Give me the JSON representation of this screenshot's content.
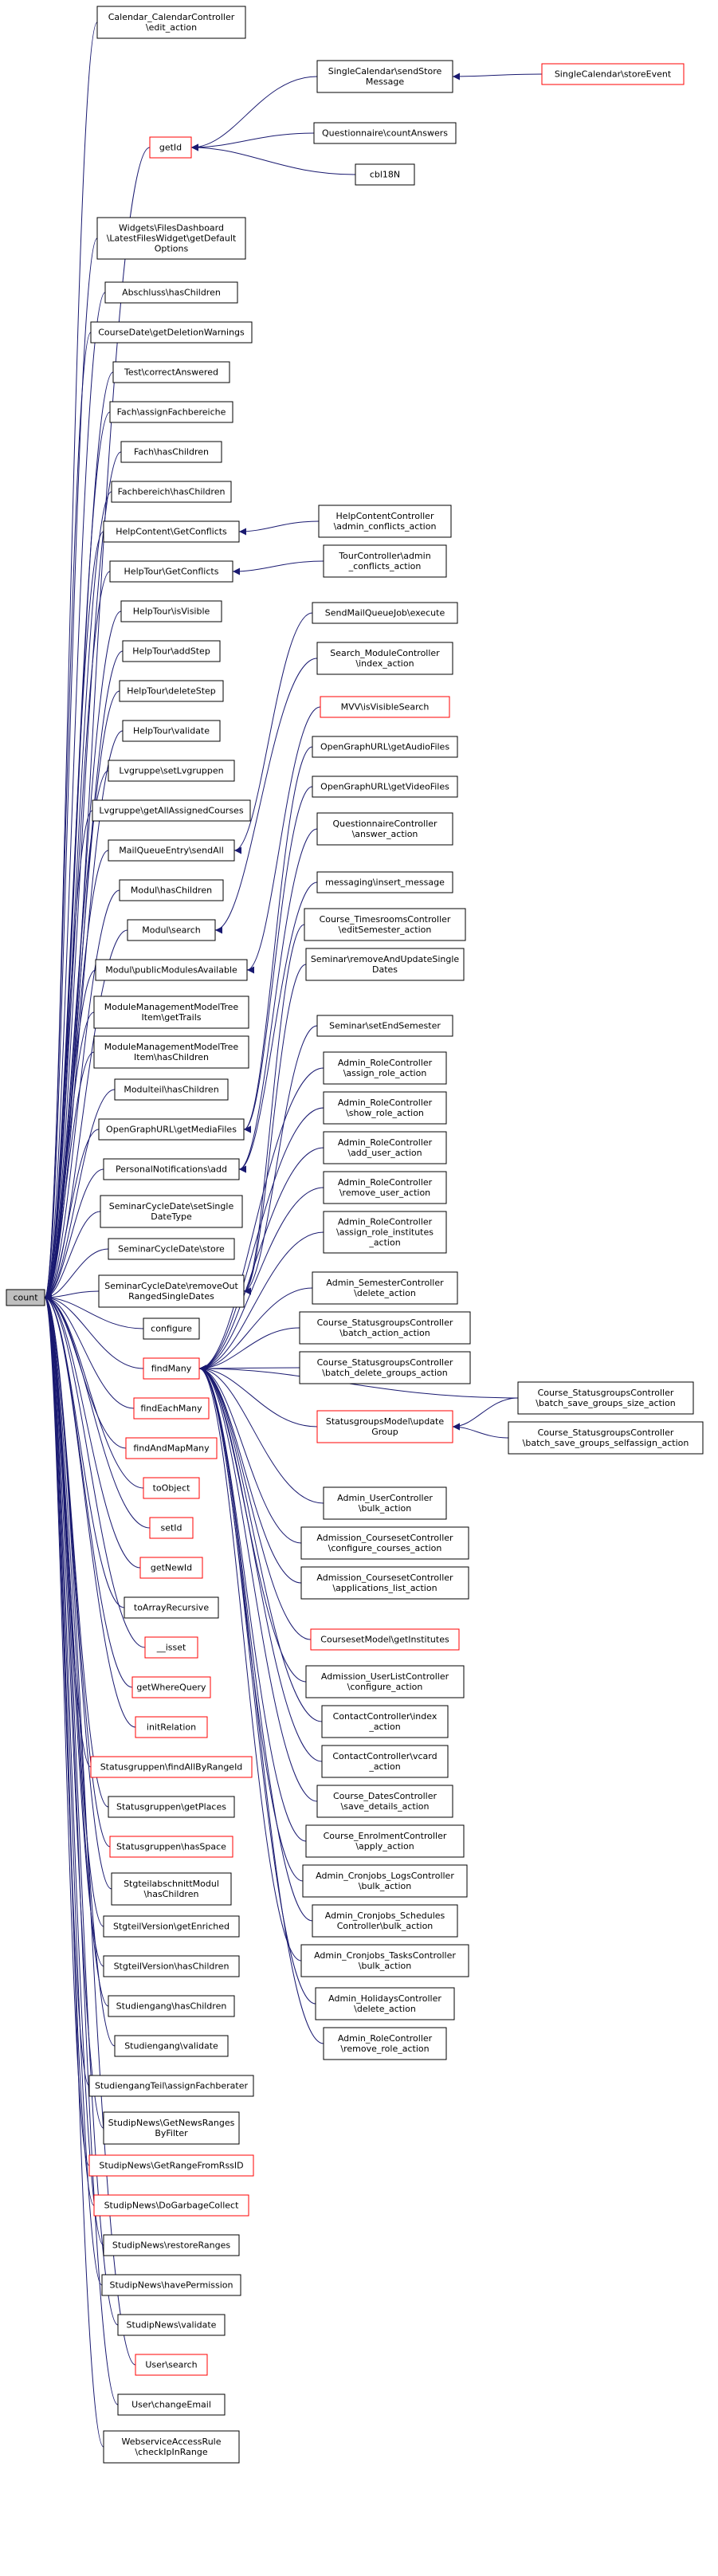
{
  "graph": {
    "root": "count",
    "colors": {
      "edge": "#191970",
      "box_border": "#000000",
      "highlight_border": "#ff0000",
      "root_fill": "#bfbfbf"
    },
    "nodes": [
      {
        "id": "n0",
        "lines": [
          "count"
        ],
        "root": true
      },
      {
        "id": "n1",
        "lines": [
          "Calendar_CalendarController",
          "\\edit_action"
        ]
      },
      {
        "id": "n2",
        "lines": [
          "getId"
        ],
        "red": true
      },
      {
        "id": "n3",
        "lines": [
          "Widgets\\FilesDashboard",
          "\\LatestFilesWidget\\getDefault",
          "Options"
        ]
      },
      {
        "id": "n4",
        "lines": [
          "Abschluss\\hasChildren"
        ]
      },
      {
        "id": "n5",
        "lines": [
          "CourseDate\\getDeletionWarnings"
        ]
      },
      {
        "id": "n6",
        "lines": [
          "Test\\correctAnswered"
        ]
      },
      {
        "id": "n7",
        "lines": [
          "Fach\\assignFachbereiche"
        ]
      },
      {
        "id": "n8",
        "lines": [
          "Fach\\hasChildren"
        ]
      },
      {
        "id": "n9",
        "lines": [
          "Fachbereich\\hasChildren"
        ]
      },
      {
        "id": "n10",
        "lines": [
          "HelpContent\\GetConflicts"
        ]
      },
      {
        "id": "n11",
        "lines": [
          "HelpTour\\GetConflicts"
        ]
      },
      {
        "id": "n12",
        "lines": [
          "HelpTour\\isVisible"
        ]
      },
      {
        "id": "n13",
        "lines": [
          "HelpTour\\addStep"
        ]
      },
      {
        "id": "n14",
        "lines": [
          "HelpTour\\deleteStep"
        ]
      },
      {
        "id": "n15",
        "lines": [
          "HelpTour\\validate"
        ]
      },
      {
        "id": "n16",
        "lines": [
          "Lvgruppe\\setLvgruppen"
        ]
      },
      {
        "id": "n17",
        "lines": [
          "Lvgruppe\\getAllAssignedCourses"
        ]
      },
      {
        "id": "n18",
        "lines": [
          "MailQueueEntry\\sendAll"
        ]
      },
      {
        "id": "n19",
        "lines": [
          "Modul\\hasChildren"
        ]
      },
      {
        "id": "n20",
        "lines": [
          "Modul\\search"
        ]
      },
      {
        "id": "n21",
        "lines": [
          "Modul\\publicModulesAvailable"
        ]
      },
      {
        "id": "n22",
        "lines": [
          "ModuleManagementModelTree",
          "Item\\getTrails"
        ]
      },
      {
        "id": "n23",
        "lines": [
          "ModuleManagementModelTree",
          "Item\\hasChildren"
        ]
      },
      {
        "id": "n24",
        "lines": [
          "Modulteil\\hasChildren"
        ]
      },
      {
        "id": "n25",
        "lines": [
          "OpenGraphURL\\getMediaFiles"
        ]
      },
      {
        "id": "n26",
        "lines": [
          "PersonalNotifications\\add"
        ]
      },
      {
        "id": "n27",
        "lines": [
          "SeminarCycleDate\\setSingle",
          "DateType"
        ]
      },
      {
        "id": "n28",
        "lines": [
          "SeminarCycleDate\\store"
        ]
      },
      {
        "id": "n29",
        "lines": [
          "SeminarCycleDate\\removeOut",
          "RangedSingleDates"
        ]
      },
      {
        "id": "n30",
        "lines": [
          "configure"
        ]
      },
      {
        "id": "n31",
        "lines": [
          "findMany"
        ],
        "red": true
      },
      {
        "id": "n32",
        "lines": [
          "findEachMany"
        ],
        "red": true
      },
      {
        "id": "n33",
        "lines": [
          "findAndMapMany"
        ],
        "red": true
      },
      {
        "id": "n34",
        "lines": [
          "toObject"
        ],
        "red": true
      },
      {
        "id": "n35",
        "lines": [
          "setId"
        ],
        "red": true
      },
      {
        "id": "n36",
        "lines": [
          "getNewId"
        ],
        "red": true
      },
      {
        "id": "n37",
        "lines": [
          "toArrayRecursive"
        ]
      },
      {
        "id": "n38",
        "lines": [
          "__isset"
        ],
        "red": true
      },
      {
        "id": "n39",
        "lines": [
          "getWhereQuery"
        ],
        "red": true
      },
      {
        "id": "n40",
        "lines": [
          "initRelation"
        ],
        "red": true
      },
      {
        "id": "n41",
        "lines": [
          "Statusgruppen\\findAllByRangeId"
        ],
        "red": true
      },
      {
        "id": "n42",
        "lines": [
          "Statusgruppen\\getPlaces"
        ]
      },
      {
        "id": "n43",
        "lines": [
          "Statusgruppen\\hasSpace"
        ],
        "red": true
      },
      {
        "id": "n44",
        "lines": [
          "StgteilabschnittModul",
          "\\hasChildren"
        ]
      },
      {
        "id": "n45",
        "lines": [
          "StgteilVersion\\getEnriched"
        ]
      },
      {
        "id": "n46",
        "lines": [
          "StgteilVersion\\hasChildren"
        ]
      },
      {
        "id": "n47",
        "lines": [
          "Studiengang\\hasChildren"
        ]
      },
      {
        "id": "n48",
        "lines": [
          "Studiengang\\validate"
        ]
      },
      {
        "id": "n49",
        "lines": [
          "StudiengangTeil\\assignFachberater"
        ]
      },
      {
        "id": "n50",
        "lines": [
          "StudipNews\\GetNewsRanges",
          "ByFilter"
        ]
      },
      {
        "id": "n51",
        "lines": [
          "StudipNews\\GetRangeFromRssID"
        ],
        "red": true
      },
      {
        "id": "n52",
        "lines": [
          "StudipNews\\DoGarbageCollect"
        ],
        "red": true
      },
      {
        "id": "n53",
        "lines": [
          "StudipNews\\restoreRanges"
        ]
      },
      {
        "id": "n54",
        "lines": [
          "StudipNews\\havePermission"
        ]
      },
      {
        "id": "n55",
        "lines": [
          "StudipNews\\validate"
        ]
      },
      {
        "id": "n56",
        "lines": [
          "User\\search"
        ],
        "red": true
      },
      {
        "id": "n57",
        "lines": [
          "User\\changeEmail"
        ]
      },
      {
        "id": "n58",
        "lines": [
          "WebserviceAccessRule",
          "\\checkIpInRange"
        ]
      },
      {
        "id": "n59",
        "lines": [
          "SingleCalendar\\sendStore",
          "Message"
        ]
      },
      {
        "id": "n60",
        "lines": [
          "Questionnaire\\countAnswers"
        ]
      },
      {
        "id": "n61",
        "lines": [
          "cbl18N"
        ]
      },
      {
        "id": "n62",
        "lines": [
          "SingleCalendar\\storeEvent"
        ],
        "red": true
      },
      {
        "id": "n63",
        "lines": [
          "HelpContentController",
          "\\admin_conflicts_action"
        ]
      },
      {
        "id": "n64",
        "lines": [
          "TourController\\admin",
          "_conflicts_action"
        ]
      },
      {
        "id": "n65",
        "lines": [
          "SendMailQueueJob\\execute"
        ]
      },
      {
        "id": "n66",
        "lines": [
          "Search_ModuleController",
          "\\index_action"
        ]
      },
      {
        "id": "n67",
        "lines": [
          "MVV\\isVisibleSearch"
        ],
        "red": true
      },
      {
        "id": "n68",
        "lines": [
          "OpenGraphURL\\getAudioFiles"
        ]
      },
      {
        "id": "n69",
        "lines": [
          "OpenGraphURL\\getVideoFiles"
        ]
      },
      {
        "id": "n70",
        "lines": [
          "QuestionnaireController",
          "\\answer_action"
        ]
      },
      {
        "id": "n71",
        "lines": [
          "messaging\\insert_message"
        ]
      },
      {
        "id": "n72",
        "lines": [
          "Course_TimesroomsController",
          "\\editSemester_action"
        ]
      },
      {
        "id": "n73",
        "lines": [
          "Seminar\\removeAndUpdateSingle",
          "Dates"
        ]
      },
      {
        "id": "n74",
        "lines": [
          "Seminar\\setEndSemester"
        ]
      },
      {
        "id": "n75",
        "lines": [
          "Admin_RoleController",
          "\\assign_role_action"
        ]
      },
      {
        "id": "n76",
        "lines": [
          "Admin_RoleController",
          "\\show_role_action"
        ]
      },
      {
        "id": "n77",
        "lines": [
          "Admin_RoleController",
          "\\add_user_action"
        ]
      },
      {
        "id": "n78",
        "lines": [
          "Admin_RoleController",
          "\\remove_user_action"
        ]
      },
      {
        "id": "n79",
        "lines": [
          "Admin_RoleController",
          "\\assign_role_institutes",
          "_action"
        ]
      },
      {
        "id": "n80",
        "lines": [
          "Admin_SemesterController",
          "\\delete_action"
        ]
      },
      {
        "id": "n81",
        "lines": [
          "Course_StatusgroupsController",
          "\\batch_action_action"
        ]
      },
      {
        "id": "n82",
        "lines": [
          "Course_StatusgroupsController",
          "\\batch_delete_groups_action"
        ]
      },
      {
        "id": "n83",
        "lines": [
          "StatusgroupsModel\\update",
          "Group"
        ],
        "red": true
      },
      {
        "id": "n84",
        "lines": [
          "Admin_UserController",
          "\\bulk_action"
        ]
      },
      {
        "id": "n85",
        "lines": [
          "Admission_CoursesetController",
          "\\configure_courses_action"
        ]
      },
      {
        "id": "n86",
        "lines": [
          "Admission_CoursesetController",
          "\\applications_list_action"
        ]
      },
      {
        "id": "n87",
        "lines": [
          "CoursesetModel\\getInstitutes"
        ],
        "red": true
      },
      {
        "id": "n88",
        "lines": [
          "Admission_UserListController",
          "\\configure_action"
        ]
      },
      {
        "id": "n89",
        "lines": [
          "ContactController\\index",
          "_action"
        ]
      },
      {
        "id": "n90",
        "lines": [
          "ContactController\\vcard",
          "_action"
        ]
      },
      {
        "id": "n91",
        "lines": [
          "Course_DatesController",
          "\\save_details_action"
        ]
      },
      {
        "id": "n92",
        "lines": [
          "Course_EnrolmentController",
          "\\apply_action"
        ]
      },
      {
        "id": "n93",
        "lines": [
          "Admin_Cronjobs_LogsController",
          "\\bulk_action"
        ]
      },
      {
        "id": "n94",
        "lines": [
          "Admin_Cronjobs_Schedules",
          "Controller\\bulk_action"
        ]
      },
      {
        "id": "n95",
        "lines": [
          "Admin_Cronjobs_TasksController",
          "\\bulk_action"
        ]
      },
      {
        "id": "n96",
        "lines": [
          "Admin_HolidaysController",
          "\\delete_action"
        ]
      },
      {
        "id": "n97",
        "lines": [
          "Admin_RoleController",
          "\\remove_role_action"
        ]
      },
      {
        "id": "n98",
        "lines": [
          "Course_StatusgroupsController",
          "\\batch_save_groups_size_action"
        ]
      },
      {
        "id": "n99",
        "lines": [
          "Course_StatusgroupsController",
          "\\batch_save_groups_selfassign_action"
        ]
      }
    ],
    "edges": [
      [
        "n1",
        "n0"
      ],
      [
        "n2",
        "n0"
      ],
      [
        "n3",
        "n0"
      ],
      [
        "n4",
        "n0"
      ],
      [
        "n5",
        "n0"
      ],
      [
        "n6",
        "n0"
      ],
      [
        "n7",
        "n0"
      ],
      [
        "n8",
        "n0"
      ],
      [
        "n9",
        "n0"
      ],
      [
        "n10",
        "n0"
      ],
      [
        "n11",
        "n0"
      ],
      [
        "n12",
        "n0"
      ],
      [
        "n13",
        "n0"
      ],
      [
        "n14",
        "n0"
      ],
      [
        "n15",
        "n0"
      ],
      [
        "n16",
        "n0"
      ],
      [
        "n17",
        "n0"
      ],
      [
        "n18",
        "n0"
      ],
      [
        "n19",
        "n0"
      ],
      [
        "n20",
        "n0"
      ],
      [
        "n21",
        "n0"
      ],
      [
        "n22",
        "n0"
      ],
      [
        "n23",
        "n0"
      ],
      [
        "n24",
        "n0"
      ],
      [
        "n25",
        "n0"
      ],
      [
        "n26",
        "n0"
      ],
      [
        "n27",
        "n0"
      ],
      [
        "n28",
        "n0"
      ],
      [
        "n29",
        "n0"
      ],
      [
        "n30",
        "n0"
      ],
      [
        "n31",
        "n0"
      ],
      [
        "n32",
        "n0"
      ],
      [
        "n33",
        "n0"
      ],
      [
        "n34",
        "n0"
      ],
      [
        "n35",
        "n0"
      ],
      [
        "n36",
        "n0"
      ],
      [
        "n37",
        "n0"
      ],
      [
        "n38",
        "n0"
      ],
      [
        "n39",
        "n0"
      ],
      [
        "n40",
        "n0"
      ],
      [
        "n41",
        "n0"
      ],
      [
        "n42",
        "n0"
      ],
      [
        "n43",
        "n0"
      ],
      [
        "n44",
        "n0"
      ],
      [
        "n45",
        "n0"
      ],
      [
        "n46",
        "n0"
      ],
      [
        "n47",
        "n0"
      ],
      [
        "n48",
        "n0"
      ],
      [
        "n49",
        "n0"
      ],
      [
        "n50",
        "n0"
      ],
      [
        "n51",
        "n0"
      ],
      [
        "n52",
        "n0"
      ],
      [
        "n53",
        "n0"
      ],
      [
        "n54",
        "n0"
      ],
      [
        "n55",
        "n0"
      ],
      [
        "n56",
        "n0"
      ],
      [
        "n57",
        "n0"
      ],
      [
        "n58",
        "n0"
      ],
      [
        "n59",
        "n2"
      ],
      [
        "n60",
        "n2"
      ],
      [
        "n61",
        "n2"
      ],
      [
        "n62",
        "n59"
      ],
      [
        "n63",
        "n10"
      ],
      [
        "n64",
        "n11"
      ],
      [
        "n65",
        "n18"
      ],
      [
        "n66",
        "n20"
      ],
      [
        "n67",
        "n21"
      ],
      [
        "n68",
        "n25"
      ],
      [
        "n69",
        "n25"
      ],
      [
        "n70",
        "n26"
      ],
      [
        "n71",
        "n26"
      ],
      [
        "n72",
        "n29"
      ],
      [
        "n73",
        "n29"
      ],
      [
        "n74",
        "n29"
      ],
      [
        "n75",
        "n31"
      ],
      [
        "n76",
        "n31"
      ],
      [
        "n77",
        "n31"
      ],
      [
        "n78",
        "n31"
      ],
      [
        "n79",
        "n31"
      ],
      [
        "n80",
        "n31"
      ],
      [
        "n81",
        "n31"
      ],
      [
        "n82",
        "n31"
      ],
      [
        "n83",
        "n31"
      ],
      [
        "n84",
        "n31"
      ],
      [
        "n85",
        "n31"
      ],
      [
        "n86",
        "n31"
      ],
      [
        "n87",
        "n31"
      ],
      [
        "n88",
        "n31"
      ],
      [
        "n89",
        "n31"
      ],
      [
        "n90",
        "n31"
      ],
      [
        "n91",
        "n31"
      ],
      [
        "n92",
        "n31"
      ],
      [
        "n93",
        "n31"
      ],
      [
        "n94",
        "n31"
      ],
      [
        "n95",
        "n31"
      ],
      [
        "n96",
        "n31"
      ],
      [
        "n97",
        "n31"
      ],
      [
        "n98",
        "n31"
      ],
      [
        "n98",
        "n83"
      ],
      [
        "n99",
        "n83"
      ]
    ]
  }
}
